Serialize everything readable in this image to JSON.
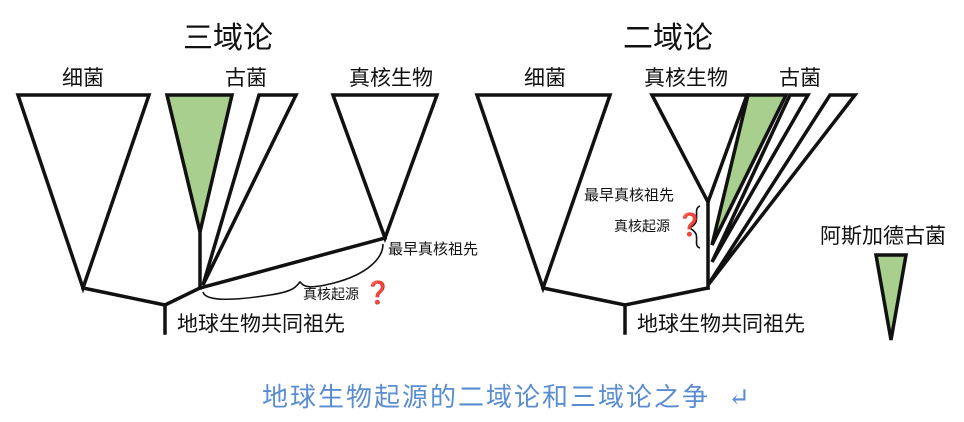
{
  "colors": {
    "archaea_fill": "#a9cf8e",
    "question_mark": "#e03030",
    "caption": "#5b8ed0",
    "line": "#111111"
  },
  "three_domain": {
    "title": "三域论",
    "bacteria": "细菌",
    "archaea": "古菌",
    "eukaryota": "真核生物",
    "earliest_eukaryote_ancestor": "最早真核祖先",
    "eukaryogenesis": "真核起源",
    "question_mark": "❓",
    "luca": "地球生物共同祖先"
  },
  "two_domain": {
    "title": "二域论",
    "bacteria": "细菌",
    "eukaryota": "真核生物",
    "archaea": "古菌",
    "earliest_eukaryote_ancestor": "最早真核祖先",
    "eukaryogenesis": "真核起源",
    "question_mark": "❓",
    "luca": "地球生物共同祖先"
  },
  "legend": {
    "asgard_archaea": "阿斯加德古菌"
  },
  "caption": {
    "text": "地球生物起源的二域论和三域论之争",
    "return_mark": "↵"
  }
}
